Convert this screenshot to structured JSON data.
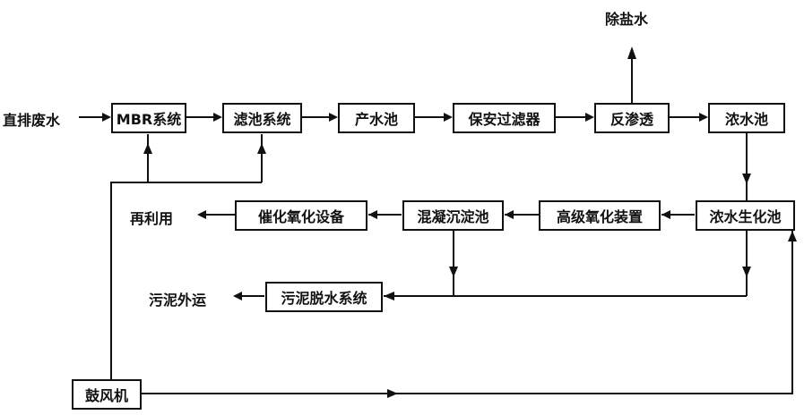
{
  "inputs": {
    "direct_wastewater": "直排废水"
  },
  "outputs": {
    "desalinated_water": "除盐水",
    "reuse": "再利用",
    "sludge_out": "污泥外运"
  },
  "nodes": {
    "mbr": "MBR系统",
    "filter_pool": "滤池系统",
    "product_pool": "产水池",
    "security_filter": "保安过滤器",
    "ro": "反渗透",
    "concentrate_pool": "浓水池",
    "concentrate_bio": "浓水生化池",
    "advanced_oxidation": "高级氧化装置",
    "coagulation": "混凝沉淀池",
    "catalytic_oxidation": "催化氧化设备",
    "sludge_dewater": "污泥脱水系统",
    "blower": "鼓风机"
  }
}
